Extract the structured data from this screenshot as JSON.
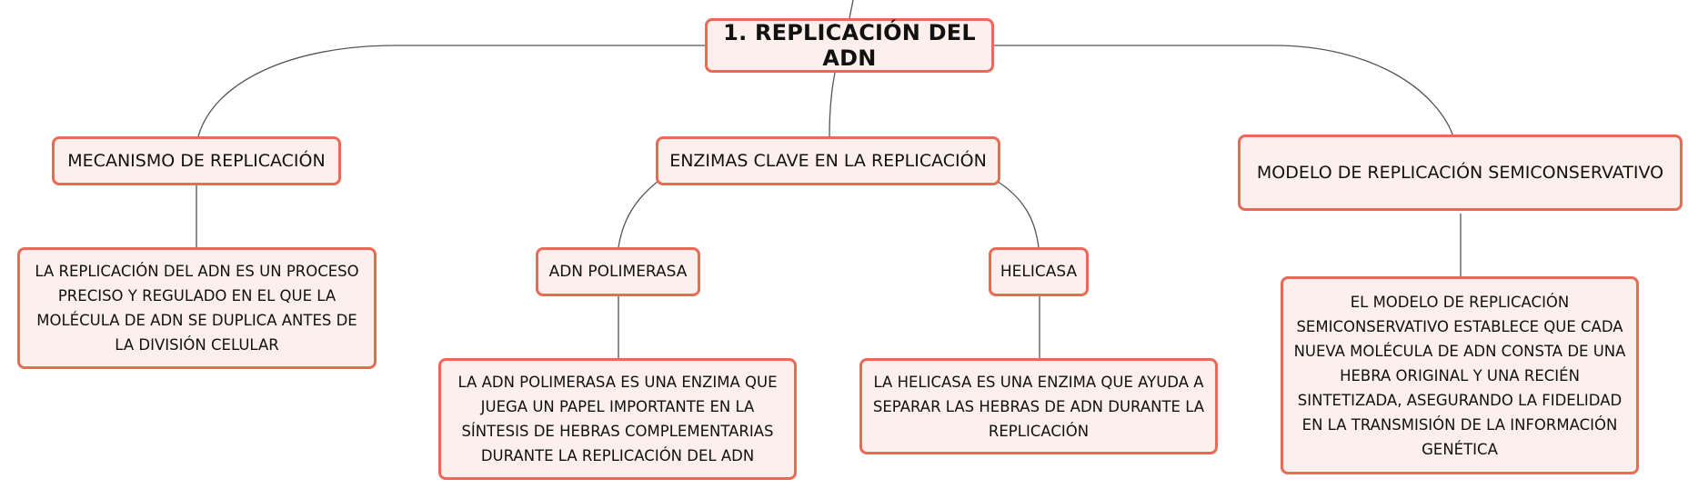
{
  "colors": {
    "node_border": "#ea6a56",
    "node_fill": "#fdf0ec",
    "connector": "#555555"
  },
  "root": {
    "label": "1. REPLICACIÓN DEL ADN"
  },
  "topics": {
    "mecanismo": {
      "label": "MECANISMO DE REPLICACIÓN",
      "description": "LA REPLICACIÓN DEL ADN ES UN PROCESO PRECISO Y REGULADO EN EL QUE LA MOLÉCULA DE ADN SE DUPLICA ANTES DE LA DIVISIÓN CELULAR"
    },
    "enzimas": {
      "label": "ENZIMAS CLAVE EN LA REPLICACIÓN",
      "polimerasa": {
        "label": "ADN POLIMERASA",
        "description": "LA ADN POLIMERASA ES UNA ENZIMA QUE JUEGA UN PAPEL IMPORTANTE EN LA SÍNTESIS DE HEBRAS COMPLEMENTARIAS DURANTE LA REPLICACIÓN DEL ADN"
      },
      "helicasa": {
        "label": "HELICASA",
        "description": "LA HELICASA ES UNA ENZIMA QUE AYUDA A SEPARAR LAS HEBRAS DE ADN DURANTE LA REPLICACIÓN"
      }
    },
    "modelo": {
      "label": "MODELO DE REPLICACIÓN SEMICONSERVATIVO",
      "description": "EL MODELO DE REPLICACIÓN SEMICONSERVATIVO ESTABLECE QUE CADA NUEVA MOLÉCULA DE ADN CONSTA DE UNA HEBRA ORIGINAL Y UNA RECIÉN SINTETIZADA, ASEGURANDO LA FIDELIDAD EN LA TRANSMISIÓN DE LA INFORMACIÓN GENÉTICA"
    }
  }
}
